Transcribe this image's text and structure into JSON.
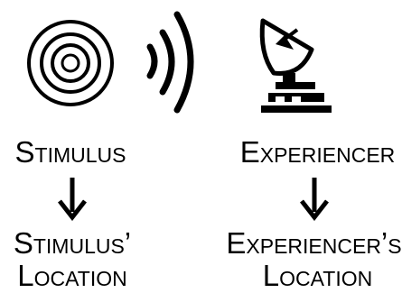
{
  "icons": {
    "source": "speaker-icon",
    "signal": "sound-waves-icon",
    "receiver": "satellite-dish-icon"
  },
  "left_column": {
    "top_label": "Stimulus",
    "bottom_label_line1": "Stimulus’",
    "bottom_label_line2": "Location"
  },
  "right_column": {
    "top_label": "Experiencer",
    "bottom_label_line1": "Experiencer’s",
    "bottom_label_line2": "Location"
  },
  "colors": {
    "ink": "#000000",
    "background": "#ffffff"
  }
}
